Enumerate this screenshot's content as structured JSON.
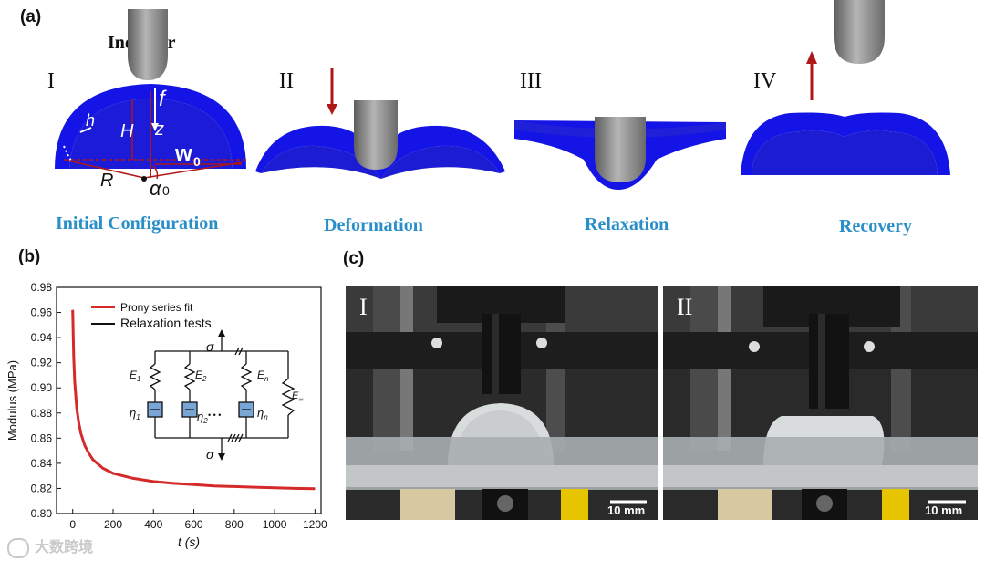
{
  "panel_a": {
    "letter": "(a)",
    "indenter_label": "Indenter",
    "stages": [
      {
        "num": "I",
        "caption": "Initial Configuration"
      },
      {
        "num": "II",
        "caption": "Deformation"
      },
      {
        "num": "III",
        "caption": "Relaxation"
      },
      {
        "num": "IV",
        "caption": "Recovery"
      }
    ],
    "symbols": {
      "f": "f",
      "H": "H",
      "z": "z",
      "h": "h",
      "w0": "w",
      "w0_sub": "0",
      "R": "R",
      "alpha0": "α",
      "alpha0_sub": "0"
    },
    "colors": {
      "shell": "#1414e6",
      "arrow": "#b01717",
      "indenter": "#8c8c8c"
    }
  },
  "panel_b": {
    "letter": "(b)",
    "inset": {
      "sigma_top": "σ",
      "sigma_bottom": "σ",
      "springs": [
        {
          "E": "E",
          "sub": "1"
        },
        {
          "E": "E",
          "sub": "2"
        },
        {
          "E": "E",
          "sub": "n"
        }
      ],
      "dampers": [
        {
          "eta": "η",
          "sub": "1"
        },
        {
          "eta": "η",
          "sub": "2"
        },
        {
          "eta": "η",
          "sub": "n"
        }
      ],
      "E_inf": "E",
      "E_inf_sub": "∞",
      "dots": "• • •"
    }
  },
  "chart_data": {
    "type": "line",
    "xlabel": "t (s)",
    "ylabel": "Modulus (MPa)",
    "xlim": [
      -80,
      1230
    ],
    "ylim": [
      0.8,
      0.98
    ],
    "xticks": [
      0,
      200,
      400,
      600,
      800,
      1000,
      1200
    ],
    "yticks": [
      0.8,
      0.82,
      0.84,
      0.86,
      0.88,
      0.9,
      0.92,
      0.94,
      0.96,
      0.98
    ],
    "series": [
      {
        "name": "Prony series fit",
        "color": "#d42a2a",
        "x": [
          0,
          5,
          10,
          20,
          30,
          40,
          60,
          80,
          100,
          150,
          200,
          300,
          400,
          500,
          600,
          700,
          800,
          900,
          1000,
          1100,
          1200
        ],
        "y": [
          0.962,
          0.925,
          0.905,
          0.884,
          0.872,
          0.864,
          0.854,
          0.848,
          0.843,
          0.836,
          0.832,
          0.828,
          0.8255,
          0.824,
          0.823,
          0.822,
          0.8215,
          0.821,
          0.8205,
          0.82,
          0.8198
        ]
      },
      {
        "name": "Relaxation tests",
        "color": "#111111",
        "x": [
          0,
          5,
          10,
          20,
          30,
          40,
          60,
          80,
          100,
          150,
          200,
          300,
          400,
          500,
          600,
          700,
          800,
          900,
          1000,
          1100,
          1200
        ],
        "y": [
          0.962,
          0.925,
          0.905,
          0.884,
          0.872,
          0.864,
          0.854,
          0.848,
          0.843,
          0.836,
          0.832,
          0.828,
          0.8255,
          0.824,
          0.823,
          0.822,
          0.8215,
          0.821,
          0.8205,
          0.82,
          0.8198
        ]
      }
    ],
    "legend_position": "top-left"
  },
  "panel_c": {
    "letter": "(c)",
    "photos": [
      {
        "num": "I",
        "scale": "10 mm"
      },
      {
        "num": "II",
        "scale": "10 mm"
      }
    ]
  },
  "watermark": "大数跨境"
}
